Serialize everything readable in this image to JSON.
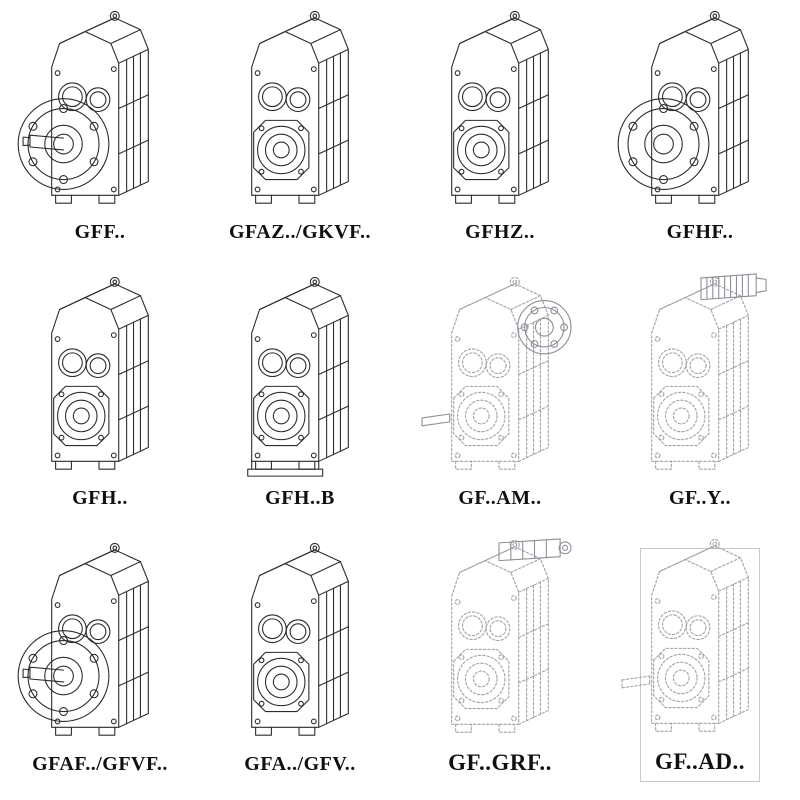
{
  "catalog": {
    "items": [
      {
        "label": "GFF..",
        "variant": "flange-with-shaft",
        "line_style": "solid"
      },
      {
        "label": "GFAZ../GKVF..",
        "variant": "hollow-bore",
        "line_style": "solid"
      },
      {
        "label": "GFHZ..",
        "variant": "hollow-bore",
        "line_style": "solid"
      },
      {
        "label": "GFHF..",
        "variant": "flange-front",
        "line_style": "solid"
      },
      {
        "label": "GFH..",
        "variant": "foot-mounted",
        "line_style": "solid"
      },
      {
        "label": "GFH..B",
        "variant": "foot-mounted-baseplate",
        "line_style": "solid"
      },
      {
        "label": "GF..AM..",
        "variant": "adapter-output-flange",
        "line_style": "dashed"
      },
      {
        "label": "GF..Y..",
        "variant": "with-motor",
        "line_style": "dashed"
      },
      {
        "label": "GFAF../GFVF..",
        "variant": "flange-with-shaft",
        "line_style": "solid"
      },
      {
        "label": "GFA../GFV..",
        "variant": "hollow-bore",
        "line_style": "solid"
      },
      {
        "label": "GF..GRF..",
        "variant": "adapter-top",
        "line_style": "dashed"
      },
      {
        "label": "GF..AD..",
        "variant": "input-shaft-adapter",
        "line_style": "dashed"
      }
    ],
    "colors": {
      "line": "#2b2b2b",
      "ghost_line": "#a0a0a8",
      "background": "#ffffff"
    }
  }
}
